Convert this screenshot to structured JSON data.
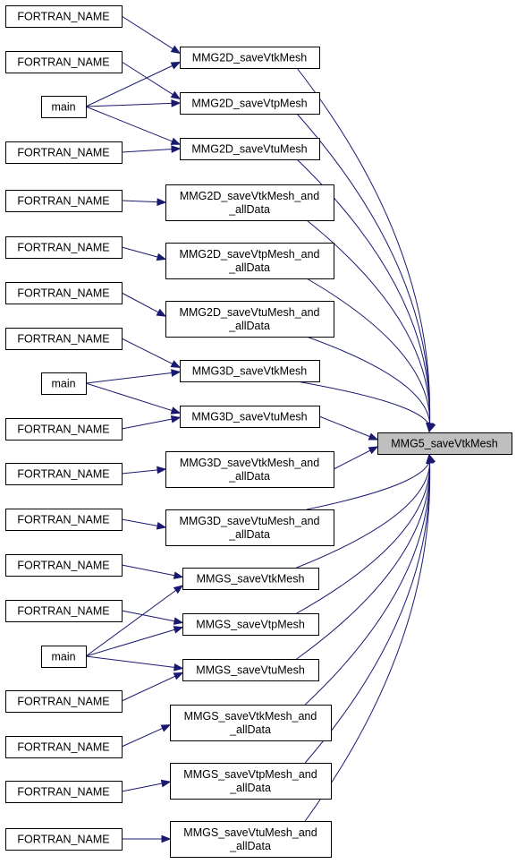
{
  "target": {
    "id": "target",
    "label": "MMG5_saveVtkMesh"
  },
  "callers": [
    {
      "id": "m2d_vtk",
      "lines": [
        "MMG2D_saveVtkMesh"
      ]
    },
    {
      "id": "m2d_vtp",
      "lines": [
        "MMG2D_saveVtpMesh"
      ]
    },
    {
      "id": "m2d_vtu",
      "lines": [
        "MMG2D_saveVtuMesh"
      ]
    },
    {
      "id": "m2d_vtk_all",
      "lines": [
        "MMG2D_saveVtkMesh_and",
        "_allData"
      ]
    },
    {
      "id": "m2d_vtp_all",
      "lines": [
        "MMG2D_saveVtpMesh_and",
        "_allData"
      ]
    },
    {
      "id": "m2d_vtu_all",
      "lines": [
        "MMG2D_saveVtuMesh_and",
        "_allData"
      ]
    },
    {
      "id": "m3d_vtk",
      "lines": [
        "MMG3D_saveVtkMesh"
      ]
    },
    {
      "id": "m3d_vtu",
      "lines": [
        "MMG3D_saveVtuMesh"
      ]
    },
    {
      "id": "m3d_vtk_all",
      "lines": [
        "MMG3D_saveVtkMesh_and",
        "_allData"
      ]
    },
    {
      "id": "m3d_vtu_all",
      "lines": [
        "MMG3D_saveVtuMesh_and",
        "_allData"
      ]
    },
    {
      "id": "mgs_vtk",
      "lines": [
        "MMGS_saveVtkMesh"
      ]
    },
    {
      "id": "mgs_vtp",
      "lines": [
        "MMGS_saveVtpMesh"
      ]
    },
    {
      "id": "mgs_vtu",
      "lines": [
        "MMGS_saveVtuMesh"
      ]
    },
    {
      "id": "mgs_vtk_all",
      "lines": [
        "MMGS_saveVtkMesh_and",
        "_allData"
      ]
    },
    {
      "id": "mgs_vtp_all",
      "lines": [
        "MMGS_saveVtpMesh_and",
        "_allData"
      ]
    },
    {
      "id": "mgs_vtu_all",
      "lines": [
        "MMGS_saveVtuMesh_and",
        "_allData"
      ]
    }
  ],
  "leaves": [
    {
      "id": "f1",
      "label": "FORTRAN_NAME",
      "calls": [
        "m2d_vtk"
      ]
    },
    {
      "id": "f2",
      "label": "FORTRAN_NAME",
      "calls": [
        "m2d_vtp"
      ]
    },
    {
      "id": "mn1",
      "label": "main",
      "calls": [
        "m2d_vtk",
        "m2d_vtp",
        "m2d_vtu"
      ]
    },
    {
      "id": "f3",
      "label": "FORTRAN_NAME",
      "calls": [
        "m2d_vtu"
      ]
    },
    {
      "id": "f4",
      "label": "FORTRAN_NAME",
      "calls": [
        "m2d_vtk_all"
      ]
    },
    {
      "id": "f5",
      "label": "FORTRAN_NAME",
      "calls": [
        "m2d_vtp_all"
      ]
    },
    {
      "id": "f6",
      "label": "FORTRAN_NAME",
      "calls": [
        "m2d_vtu_all"
      ]
    },
    {
      "id": "f7",
      "label": "FORTRAN_NAME",
      "calls": [
        "m3d_vtk"
      ]
    },
    {
      "id": "mn2",
      "label": "main",
      "calls": [
        "m3d_vtk",
        "m3d_vtu"
      ]
    },
    {
      "id": "f8",
      "label": "FORTRAN_NAME",
      "calls": [
        "m3d_vtu"
      ]
    },
    {
      "id": "f9",
      "label": "FORTRAN_NAME",
      "calls": [
        "m3d_vtk_all"
      ]
    },
    {
      "id": "f10",
      "label": "FORTRAN_NAME",
      "calls": [
        "m3d_vtu_all"
      ]
    },
    {
      "id": "f11",
      "label": "FORTRAN_NAME",
      "calls": [
        "mgs_vtk"
      ]
    },
    {
      "id": "f12",
      "label": "FORTRAN_NAME",
      "calls": [
        "mgs_vtp"
      ]
    },
    {
      "id": "mn3",
      "label": "main",
      "calls": [
        "mgs_vtk",
        "mgs_vtp",
        "mgs_vtu"
      ]
    },
    {
      "id": "f13",
      "label": "FORTRAN_NAME",
      "calls": [
        "mgs_vtu"
      ]
    },
    {
      "id": "f14",
      "label": "FORTRAN_NAME",
      "calls": [
        "mgs_vtk_all"
      ]
    },
    {
      "id": "f15",
      "label": "FORTRAN_NAME",
      "calls": [
        "mgs_vtp_all"
      ]
    },
    {
      "id": "f16",
      "label": "FORTRAN_NAME",
      "calls": [
        "mgs_vtu_all"
      ]
    }
  ],
  "colors": {
    "edge": "#191970",
    "node_border": "#000000",
    "node_fill": "#ffffff",
    "target_fill": "#bfbfbf"
  }
}
